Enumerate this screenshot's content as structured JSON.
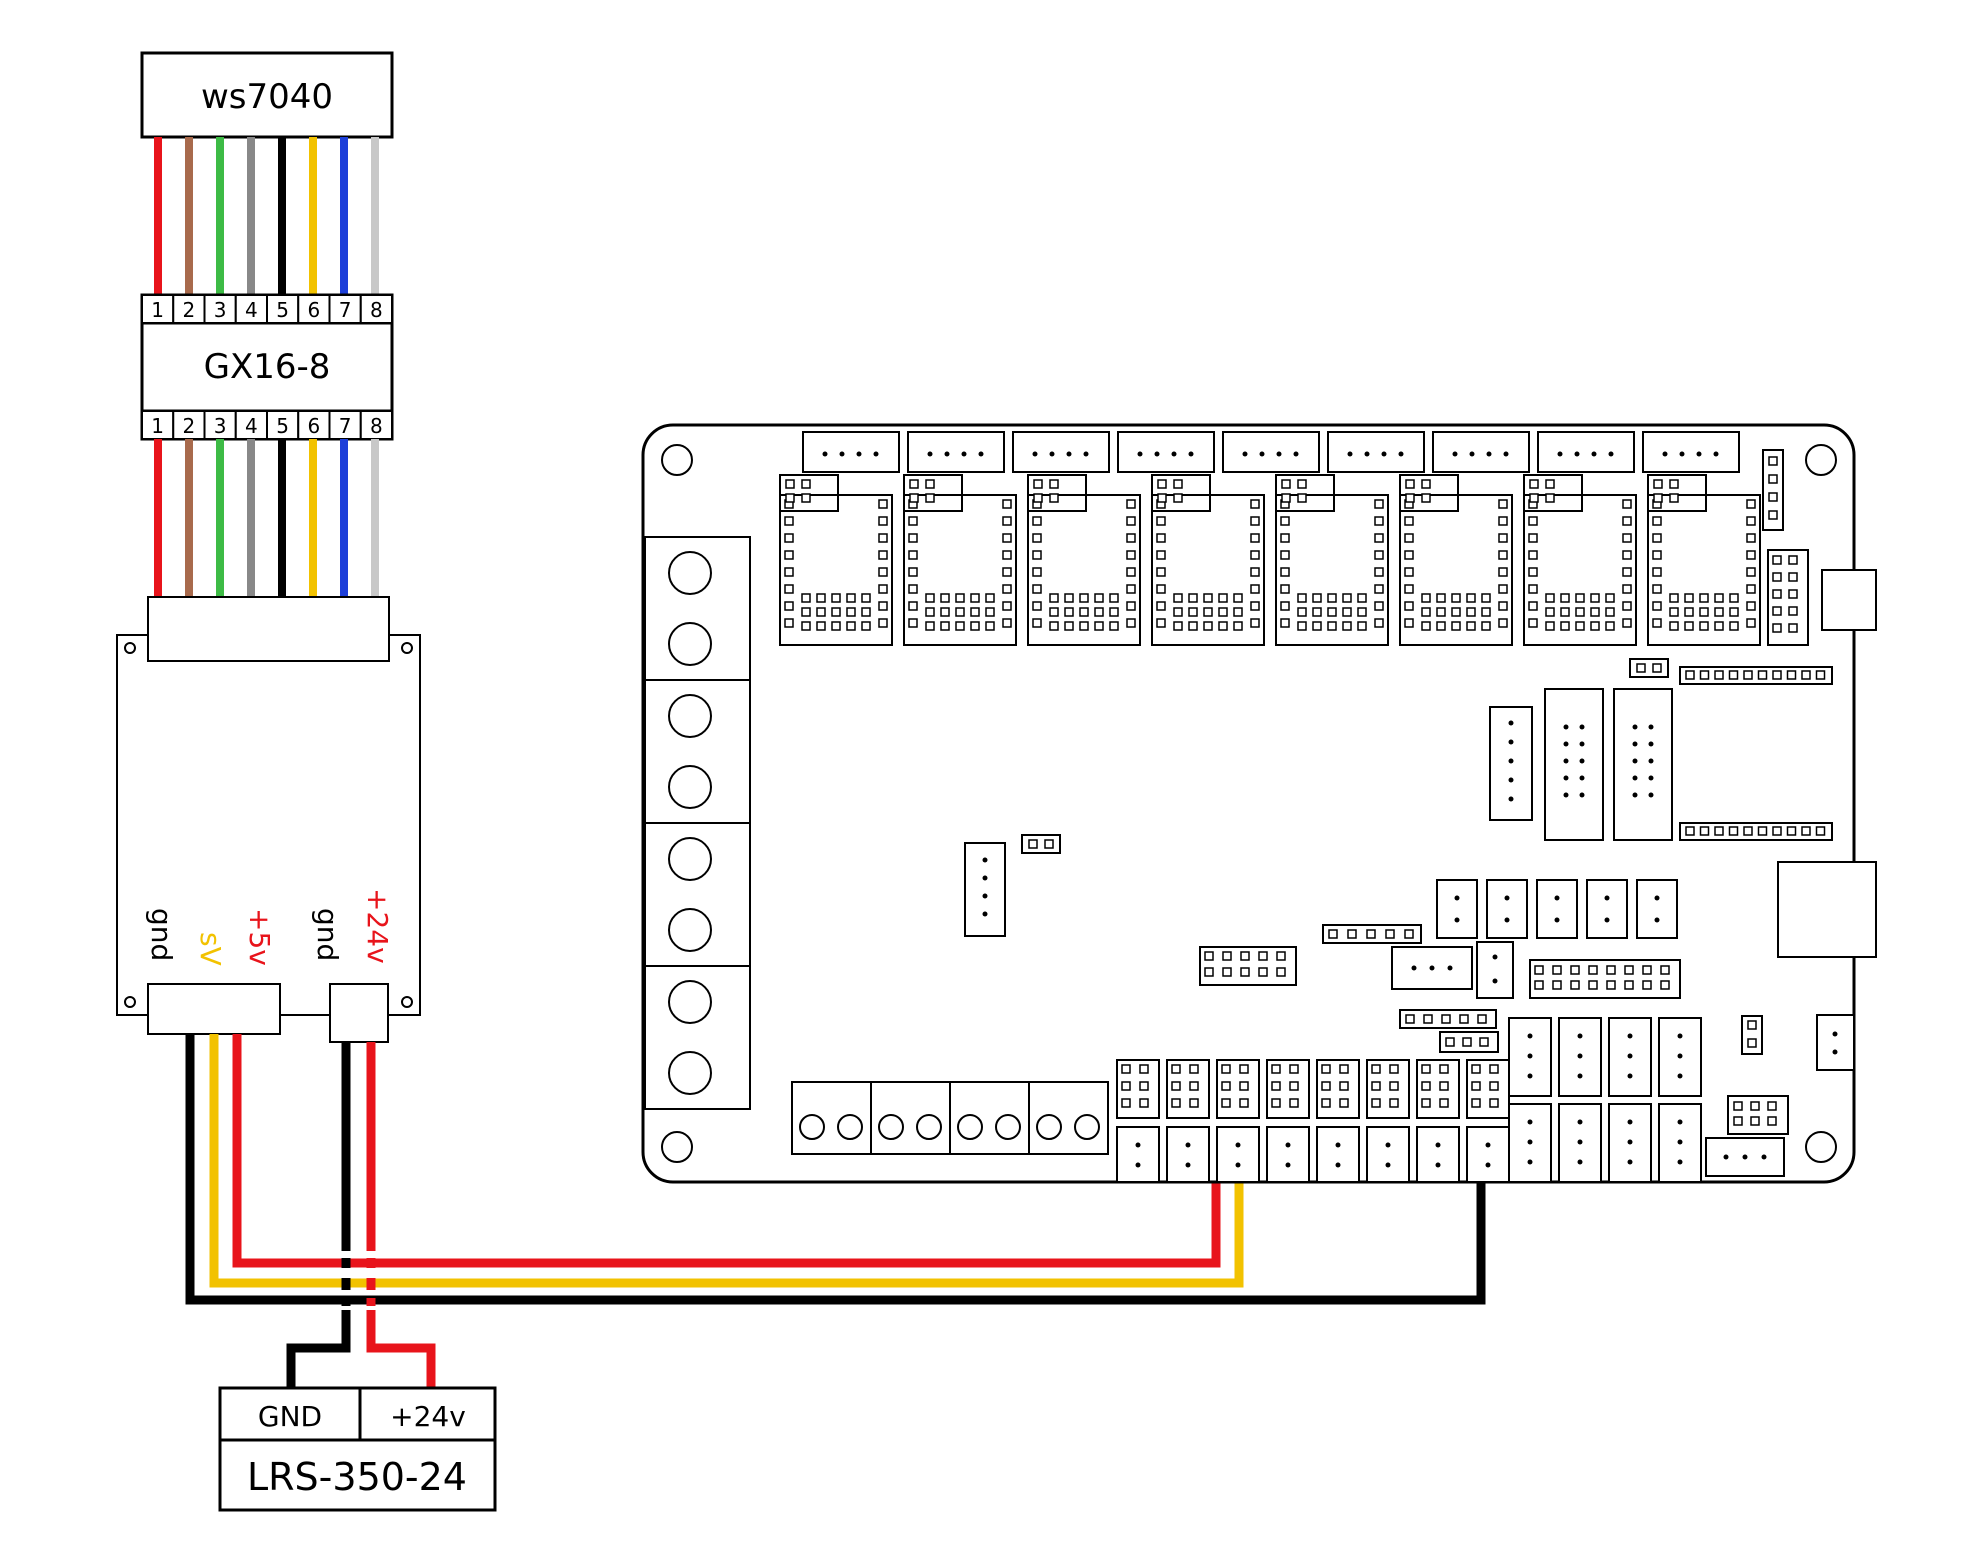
{
  "sensor": {
    "label": "ws7040"
  },
  "connector": {
    "label": "GX16-8",
    "pins": [
      "1",
      "2",
      "3",
      "4",
      "5",
      "6",
      "7",
      "8"
    ]
  },
  "wire_colors": [
    "#e8141b",
    "#a86a4c",
    "#3dbb45",
    "#888888",
    "#000000",
    "#f2c200",
    "#1d3fd9",
    "#c8c8c8"
  ],
  "adapter": {
    "left_labels": [
      {
        "text": "gnd",
        "color": "#000000"
      },
      {
        "text": "sV",
        "color": "#f2c200"
      },
      {
        "text": "+5v",
        "color": "#e8141b"
      }
    ],
    "right_labels": [
      {
        "text": "gnd",
        "color": "#000000"
      },
      {
        "text": "+24v",
        "color": "#e8141b"
      }
    ]
  },
  "psu": {
    "gnd_label": "GND",
    "v_label": "+24v",
    "name": "LRS-350-24"
  },
  "signal_colors": {
    "gnd": "#000000",
    "signal": "#f2c200",
    "power": "#e8141b"
  }
}
